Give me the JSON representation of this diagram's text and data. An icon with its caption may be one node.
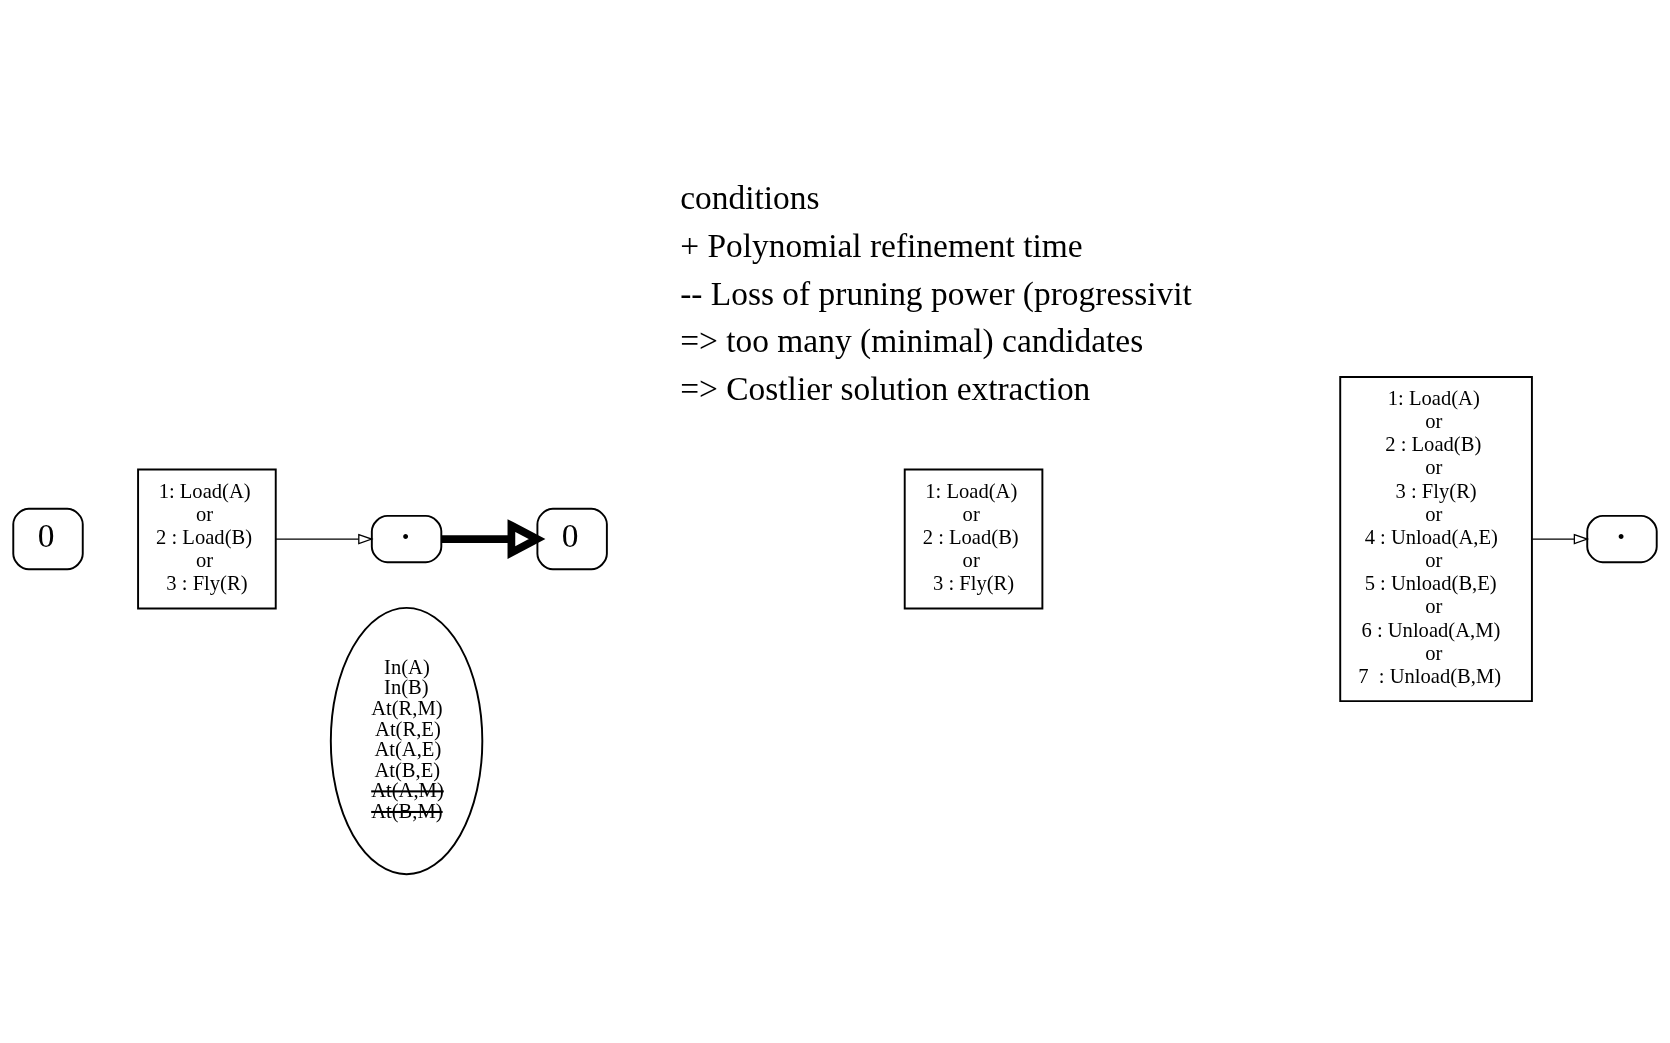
{
  "diagram": {
    "nodes": [
      {
        "text": [
          "In(A)",
          "In(B)",
          "At(R,M)",
          "At(R,E)",
          "At(A,E)",
          "At(B,E)",
          "At(A,M)",
          "At(B,M)"
        ]
      },
      {
        "text": [
          "0"
        ]
      },
      {
        "text": [
          "1: Load(A)",
          "or",
          "2 : Load(B)",
          "or",
          "3 : Fly(R)"
        ]
      },
      {
        "text": [
          "•"
        ]
      },
      {
        "text": [
          "0"
        ]
      },
      {
        "text": [
          "1: Load(A)",
          "or",
          "2 : Load(B)",
          "or",
          "3 : Fly(R)"
        ]
      },
      {
        "text": [
          "1: Load(A)",
          "or",
          "2 : Load(B)",
          "or",
          "3 : Fly(R)",
          "or",
          "4 : Unload(A,E)",
          "or",
          "5 : Unload(B,E)",
          "or",
          "6 : Unload(A,M)",
          "or",
          "7  : Unload(B,M)"
        ]
      },
      {
        "text": [
          "•"
        ]
      }
    ],
    "edges": [
      {
        "from": 2,
        "to": 3,
        "arrow": "to"
      },
      {
        "from": 3,
        "to": 4,
        "arrow": "to",
        "style": "thick"
      },
      {
        "from": 6,
        "to": 7,
        "arrow": "to"
      }
    ],
    "labels": [
      "conditions",
      "+ Polynomial refinement time",
      "-- Loss of pruning power (progressivit",
      "=> too many (minimal) candidates",
      "=> Costlier solution extraction"
    ]
  }
}
